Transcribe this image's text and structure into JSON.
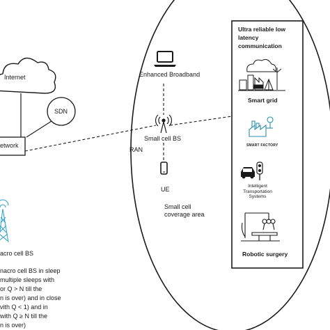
{
  "labels": {
    "internet": "Internet",
    "sdn": "SDN",
    "core_network": "etwork",
    "enhanced_broadband": "Enhanced Broadband",
    "small_cell_bs": "Small cell BS",
    "ran": "RAN",
    "ue": "UE",
    "small_cell_coverage": "Small cell coverage area",
    "macro_cell_bs": "acro cell BS",
    "urllc_title": "Ultra reliable low latency communication",
    "smart_grid": "Smart grid",
    "smart_factory": "SMART FACTORY",
    "its": "Intelligent Transportation Systems",
    "robotic_surgery": "Robotic surgery"
  },
  "description_lines": [
    "nacro cell BS in sleep",
    "multiple sleeps with",
    "or Q > N till the",
    "n is over) and  in close",
    "vith Q < 1) and in",
    "with Q ≥ N till the",
    "n is over)"
  ],
  "colors": {
    "line": "#1a1a1a",
    "accent": "#2aa0c8"
  },
  "icons": [
    "cloud-icon",
    "laptop-icon",
    "antenna-icon",
    "phone-icon",
    "tower-icon",
    "smart-grid-icon",
    "factory-icon",
    "car-traffic-icon",
    "robot-arm-icon"
  ]
}
